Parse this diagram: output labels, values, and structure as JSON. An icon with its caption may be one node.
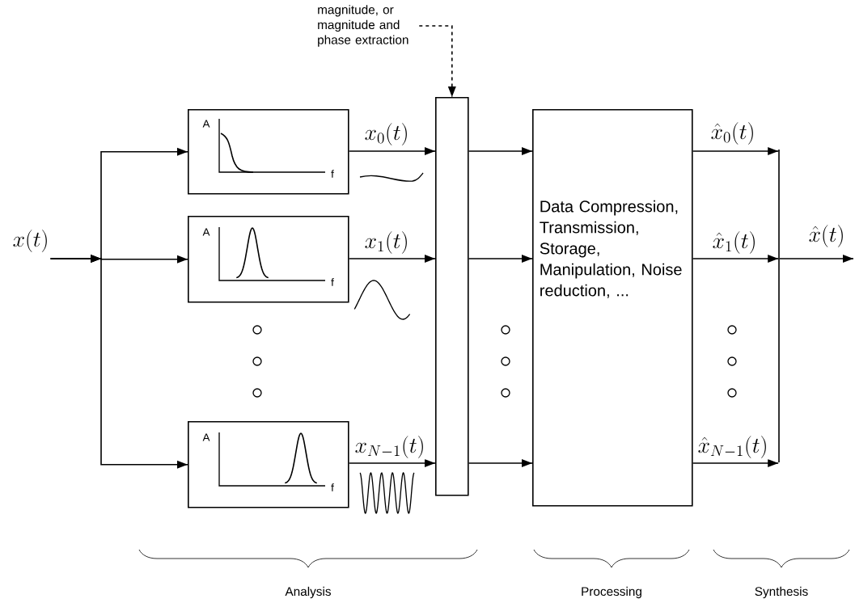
{
  "diagram": {
    "nodes": [
      {
        "text": [
          "x(t)"
        ]
      },
      {
        "text": [
          "A",
          "f"
        ]
      },
      {
        "text": [
          "A",
          "f"
        ]
      },
      {
        "text": [
          "A",
          "f"
        ]
      },
      {
        "text": [],
        "shape": "bar"
      },
      {
        "text": [
          "Data Compression, Transmission, Storage, Manipulation, Noise reduction, ..."
        ]
      },
      {
        "text": [
          "magnitude, or magnitude and phase extraction"
        ]
      },
      {
        "text": [],
        "shape": "bar"
      }
    ],
    "edges": [
      {
        "from": 0,
        "to": 1,
        "arrow": "to"
      },
      {
        "from": 0,
        "to": 2,
        "arrow": "to"
      },
      {
        "from": 0,
        "to": 3,
        "arrow": "to"
      },
      {
        "from": 1,
        "to": 4,
        "arrow": "to",
        "label": "x_0(t)"
      },
      {
        "from": 2,
        "to": 4,
        "arrow": "to",
        "label": "x_1(t)"
      },
      {
        "from": 3,
        "to": 4,
        "arrow": "to",
        "label": "x_{N-1}(t)"
      },
      {
        "from": 4,
        "to": 5,
        "arrow": "to"
      },
      {
        "from": 4,
        "to": 5,
        "arrow": "to"
      },
      {
        "from": 4,
        "to": 5,
        "arrow": "to"
      },
      {
        "from": 5,
        "to": 7,
        "arrow": "to",
        "label": "\\hat{x}_0(t)"
      },
      {
        "from": 5,
        "to": 7,
        "arrow": "to",
        "label": "\\hat{x}_1(t)"
      },
      {
        "from": 5,
        "to": 7,
        "arrow": "to",
        "label": "\\hat{x}_{N-1}(t)"
      },
      {
        "from": 7,
        "to": null,
        "arrow": "to",
        "label": "\\hat{x}(t)"
      },
      {
        "from": 6,
        "to": 4,
        "arrow": "to",
        "style": "dashed"
      }
    ],
    "labels": [
      "Analysis",
      "Processing",
      "Synthesis"
    ]
  }
}
